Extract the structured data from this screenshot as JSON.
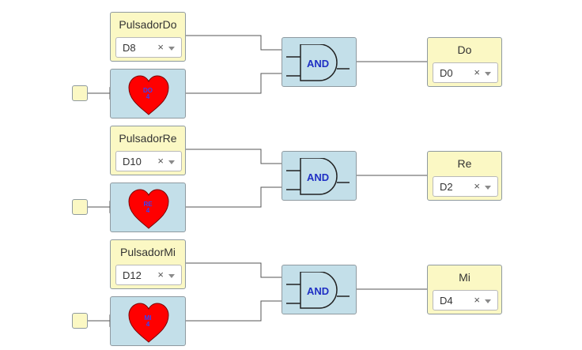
{
  "rows": [
    {
      "input": {
        "title": "PulsadorDo",
        "pin": "D8"
      },
      "heart": {
        "line1": "DO",
        "line2": "4"
      },
      "gate": {
        "label": "AND"
      },
      "output": {
        "title": "Do",
        "pin": "D0"
      }
    },
    {
      "input": {
        "title": "PulsadorRe",
        "pin": "D10"
      },
      "heart": {
        "line1": "RE",
        "line2": "4"
      },
      "gate": {
        "label": "AND"
      },
      "output": {
        "title": "Re",
        "pin": "D2"
      }
    },
    {
      "input": {
        "title": "PulsadorMi",
        "pin": "D12"
      },
      "heart": {
        "line1": "MI",
        "line2": "4"
      },
      "gate": {
        "label": "AND"
      },
      "output": {
        "title": "Mi",
        "pin": "D4"
      }
    }
  ],
  "ui": {
    "clear_glyph": "×",
    "heart_color": "#ff0000",
    "wire_color": "#555555"
  }
}
